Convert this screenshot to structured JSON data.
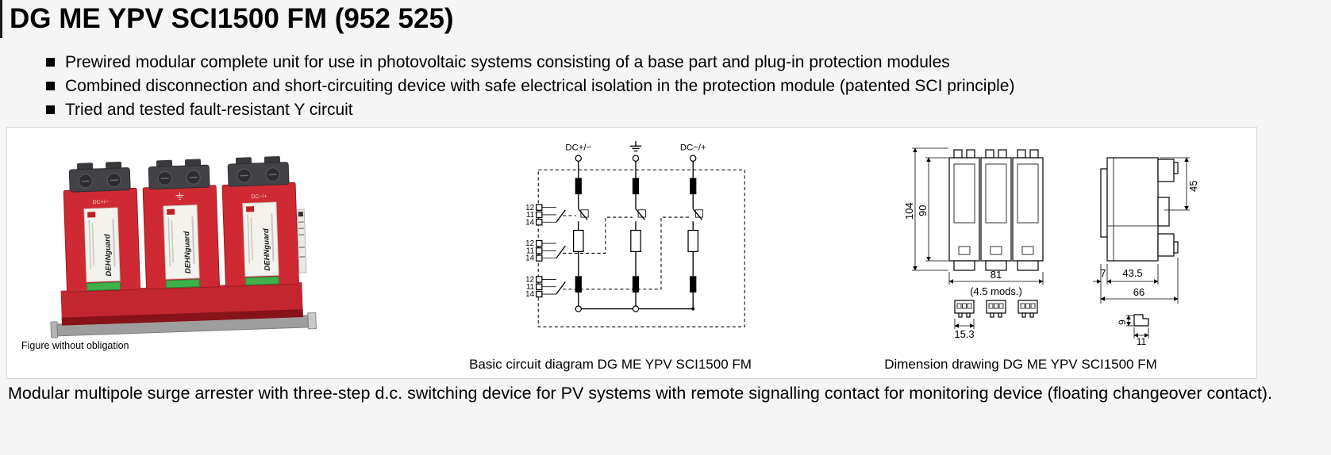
{
  "colors": {
    "brand_red": "#cf2a33",
    "indicator_green": "#3fb04a",
    "page_bg": "#f5f5f5"
  },
  "header": {
    "title": "DG ME YPV SCI1500 FM (952 525)",
    "bullets": [
      "Prewired modular complete unit for use in photovoltaic systems consisting of a base part and plug-in protection modules",
      "Combined disconnection and short-circuiting device with safe electrical isolation in the protection module (patented SCI principle)",
      "Tried and tested fault-resistant Y circuit"
    ]
  },
  "figures": {
    "photo": {
      "caption": "Figure without obligation",
      "brand": "DEHNguard",
      "top_labels": [
        "DC+/−",
        "",
        "DC−/+"
      ]
    },
    "circuit": {
      "caption": "Basic circuit diagram DG ME YPV SCI1500 FM",
      "terminal_left": "DC+/−",
      "terminal_right": "DC−/+",
      "contact_numbers": [
        "12",
        "11",
        "14"
      ]
    },
    "dimensions": {
      "caption": "Dimension drawing DG ME YPV SCI1500 FM",
      "total_height": "104",
      "body_height": "90",
      "width": "81",
      "width_note": "(4.5 mods.)",
      "connector_width": "15.3",
      "depth_front": "7",
      "depth_body": "43.5",
      "depth_total": "66",
      "side_height": "45",
      "detail_height": "9",
      "detail_width": "11"
    }
  },
  "description": "Modular multipole surge arrester with three-step d.c. switching device for PV systems with remote signalling contact for monitoring device (floating changeover contact)."
}
